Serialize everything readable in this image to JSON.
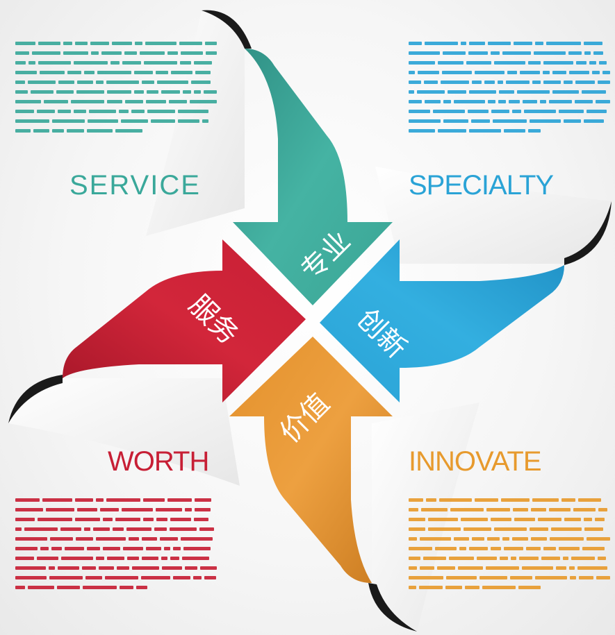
{
  "colors": {
    "service": "#3aa89a",
    "specialty": "#2aa3d6",
    "worth": "#c71f35",
    "innovate": "#e79a2d",
    "teal_arrow": "#3fae9d",
    "blue_arrow": "#2aa7db",
    "red_arrow": "#cc2130",
    "orange_arrow": "#e8952f"
  },
  "headings": {
    "service": "SERVICE",
    "specialty": "SPECIALTY",
    "worth": "WORTH",
    "innovate": "INNOVATE"
  },
  "arrow_labels": {
    "teal": "专业",
    "blue": "创新",
    "red": "服务",
    "orange": "价值"
  }
}
